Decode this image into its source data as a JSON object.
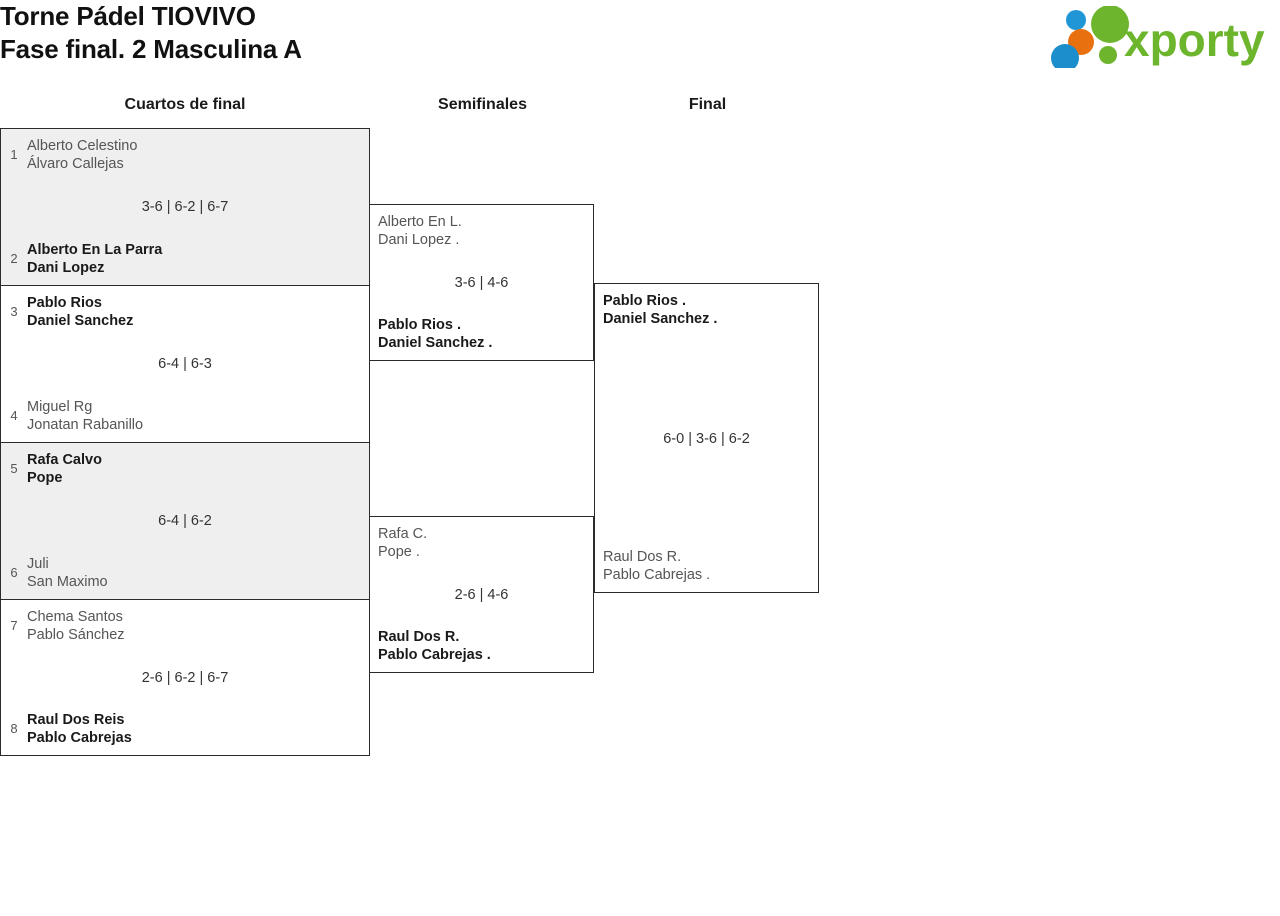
{
  "header": {
    "title_line1": "Torne Pádel TIOVIVO",
    "title_line2": "Fase final. 2 Masculina A",
    "logo_text": "xporty",
    "logo_colors": {
      "green": "#6cb52d",
      "orange": "#e8700f",
      "blue": "#2196d6",
      "blue_dark": "#1b8ecb"
    }
  },
  "columns": {
    "quarterfinals": "Cuartos de final",
    "semifinals": "Semifinales",
    "final": "Final"
  },
  "rounds": {
    "quarterfinals": [
      {
        "top": {
          "seed": "1",
          "p1": "Alberto Celestino",
          "p2": "Álvaro Callejas",
          "result": "loser"
        },
        "bottom": {
          "seed": "2",
          "p1": "Alberto En La Parra",
          "p2": "Dani Lopez",
          "result": "winner"
        },
        "score": "3-6 | 6-2 | 6-7",
        "shaded": true
      },
      {
        "top": {
          "seed": "3",
          "p1": "Pablo Rios",
          "p2": "Daniel Sanchez",
          "result": "winner"
        },
        "bottom": {
          "seed": "4",
          "p1": "Miguel Rg",
          "p2": "Jonatan Rabanillo",
          "result": "loser"
        },
        "score": "6-4 | 6-3",
        "shaded": false
      },
      {
        "top": {
          "seed": "5",
          "p1": "Rafa Calvo",
          "p2": "Pope",
          "result": "winner"
        },
        "bottom": {
          "seed": "6",
          "p1": "Juli",
          "p2": "San Maximo",
          "result": "loser"
        },
        "score": "6-4 | 6-2",
        "shaded": true
      },
      {
        "top": {
          "seed": "7",
          "p1": "Chema Santos",
          "p2": "Pablo Sánchez",
          "result": "loser"
        },
        "bottom": {
          "seed": "8",
          "p1": "Raul Dos Reis",
          "p2": "Pablo Cabrejas",
          "result": "winner"
        },
        "score": "2-6 | 6-2 | 6-7",
        "shaded": false
      }
    ],
    "semifinals": [
      {
        "top": {
          "p1": "Alberto En L.",
          "p2": "Dani Lopez .",
          "result": "loser"
        },
        "bottom": {
          "p1": "Pablo Rios .",
          "p2": "Daniel Sanchez .",
          "result": "winner"
        },
        "score": "3-6 | 4-6"
      },
      {
        "top": {
          "p1": "Rafa C.",
          "p2": "Pope .",
          "result": "loser"
        },
        "bottom": {
          "p1": "Raul Dos R.",
          "p2": "Pablo Cabrejas .",
          "result": "winner"
        },
        "score": "2-6 | 4-6"
      }
    ],
    "final": [
      {
        "top": {
          "p1": "Pablo Rios .",
          "p2": "Daniel Sanchez .",
          "result": "winner"
        },
        "bottom": {
          "p1": "Raul Dos R.",
          "p2": "Pablo Cabrejas .",
          "result": "loser"
        },
        "score": "6-0 | 3-6 | 6-2"
      }
    ]
  }
}
